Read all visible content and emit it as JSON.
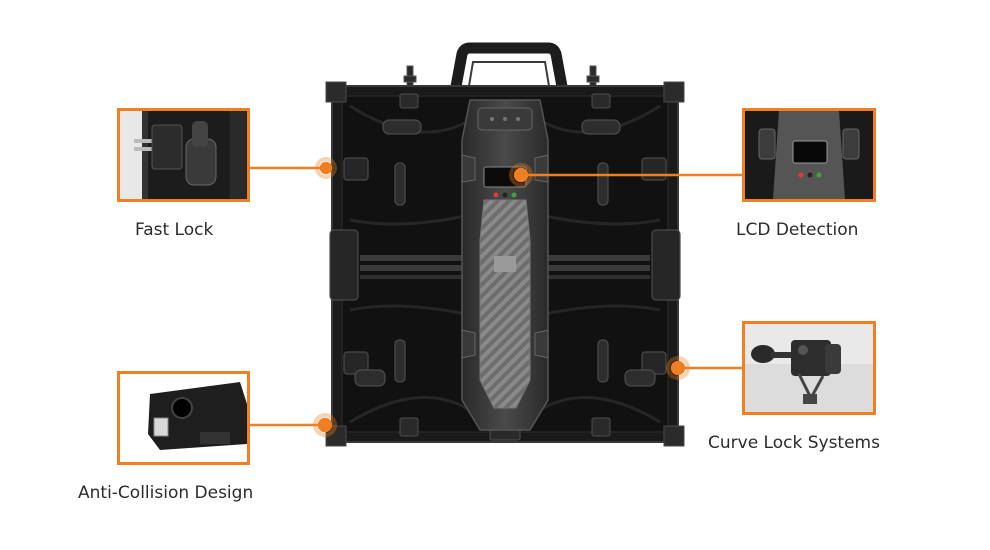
{
  "colors": {
    "accent": "#ef7f22",
    "cabinet": "#141414",
    "cabinet_edge": "#2e2e2e",
    "text": "#2b2b2b"
  },
  "callouts": [
    {
      "id": "fast-lock",
      "label": "Fast Lock",
      "icon": "fast-lock-detail-photo"
    },
    {
      "id": "lcd-detection",
      "label": "LCD Detection",
      "icon": "lcd-detail-photo"
    },
    {
      "id": "anti-collision",
      "label": "Anti-Collision Design",
      "icon": "corner-guard-detail-photo"
    },
    {
      "id": "curve-lock",
      "label": "Curve Lock Systems",
      "icon": "curve-lock-detail-photo"
    }
  ]
}
